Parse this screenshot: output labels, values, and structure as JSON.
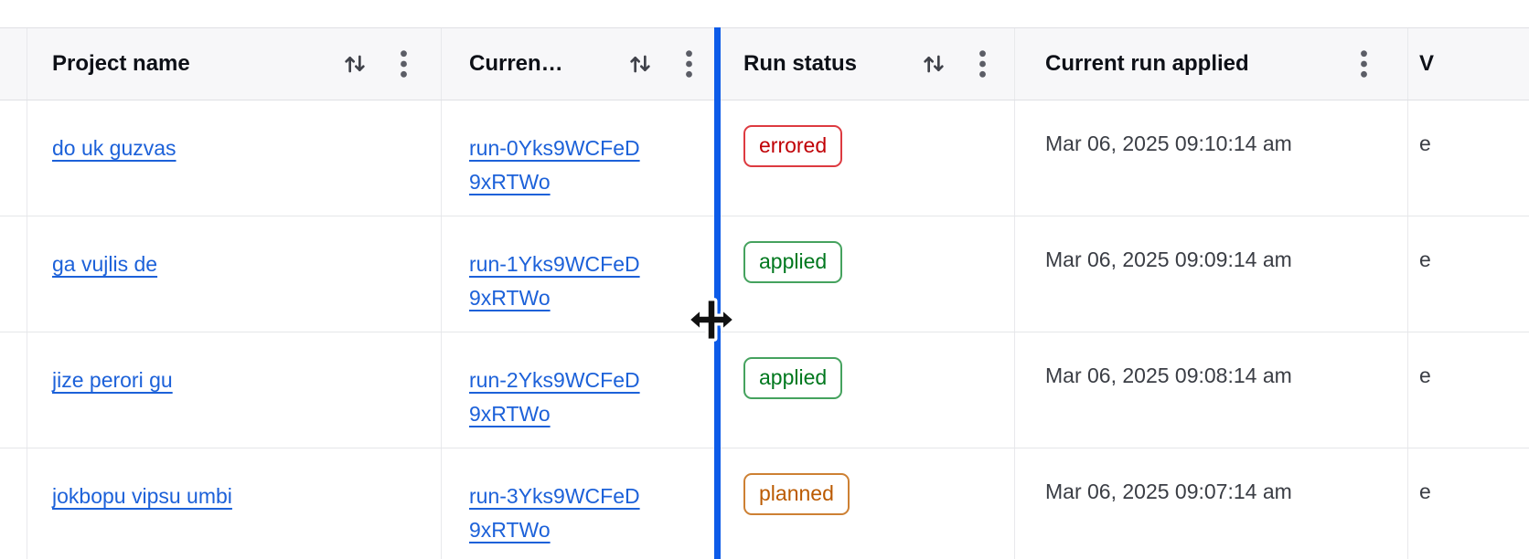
{
  "colors": {
    "accent_blue": "#0d5be8",
    "link": "#1c61d9",
    "status_errored": "#c00005",
    "status_applied": "#00781e",
    "status_planned": "#bb5a00",
    "header_bg": "#f7f7f9"
  },
  "header": {
    "columns": [
      {
        "label": "Project name",
        "has_sort": true,
        "has_menu": true
      },
      {
        "label": "Curren…",
        "has_sort": true,
        "has_menu": true
      },
      {
        "label": "Run status",
        "has_sort": true,
        "has_menu": true
      },
      {
        "label": "Current run applied",
        "has_sort": false,
        "has_menu": true
      },
      {
        "label": "V",
        "has_sort": false,
        "has_menu": false
      }
    ]
  },
  "rows": [
    {
      "project": "do uk guzvas",
      "run_line1": "run-0Yks9WCFeD",
      "run_line2": "9xRTWo",
      "status": "errored",
      "applied_at": "Mar 06, 2025 09:10:14 am",
      "overflow": "e"
    },
    {
      "project": "ga vujlis de",
      "run_line1": "run-1Yks9WCFeD",
      "run_line2": "9xRTWo",
      "status": "applied",
      "applied_at": "Mar 06, 2025 09:09:14 am",
      "overflow": "e"
    },
    {
      "project": "jize perori gu",
      "run_line1": "run-2Yks9WCFeD",
      "run_line2": "9xRTWo",
      "status": "applied",
      "applied_at": "Mar 06, 2025 09:08:14 am",
      "overflow": "e"
    },
    {
      "project": "jokbopu vipsu umbi",
      "run_line1": "run-3Yks9WCFeD",
      "run_line2": "9xRTWo",
      "status": "planned",
      "applied_at": "Mar 06, 2025 09:07:14 am",
      "overflow": "e"
    }
  ]
}
